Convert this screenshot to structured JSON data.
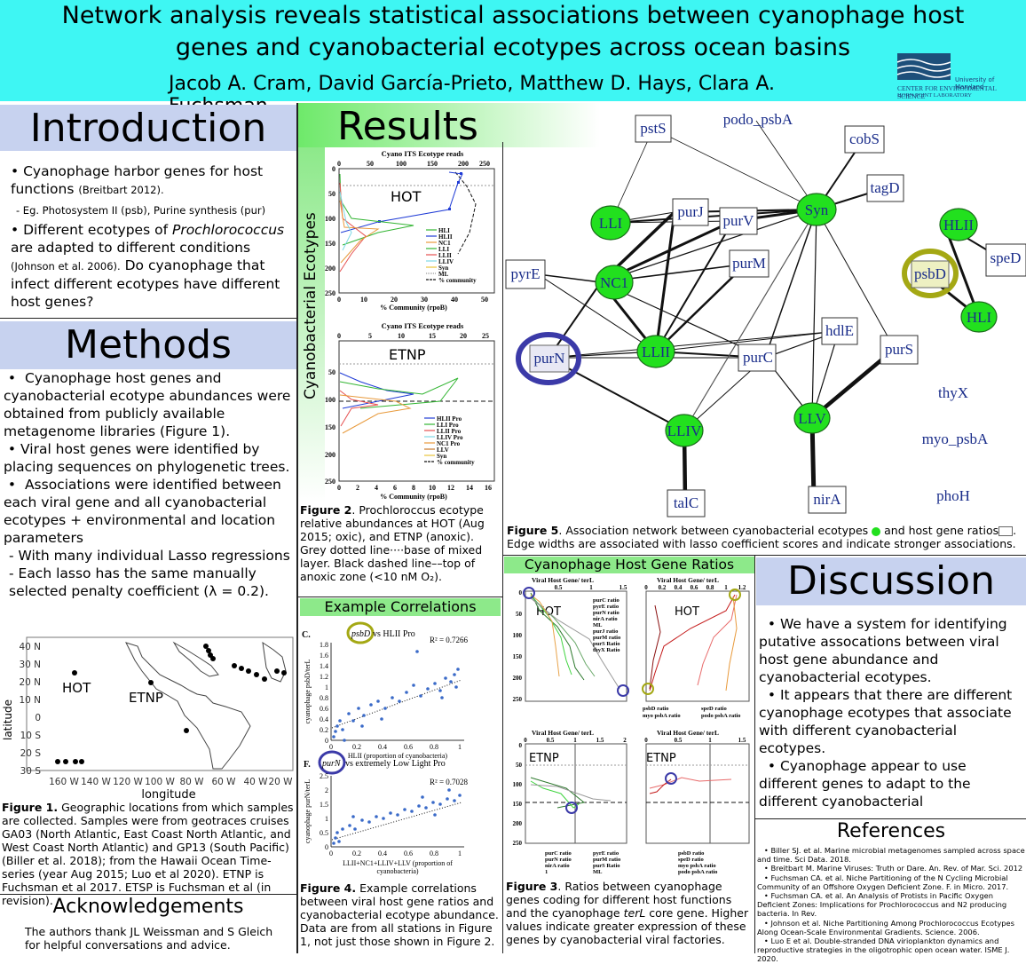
{
  "header": {
    "title_line1": "Network analysis reveals statistical associations between cyanophage host",
    "title_line2": "genes and cyanobacterial ecotypes across ocean basins",
    "authors": "Jacob A. Cram, David García-Prieto, Matthew D. Hays, Clara A. Fuchsman",
    "logo_line1": "University of Maryland",
    "logo_line2": "CENTER FOR ENVIRONMENTAL SCIENCE",
    "logo_line3": "HORN POINT LABORATORY"
  },
  "introduction": {
    "heading": "Introduction",
    "b1_text": "Cyanophage harbor genes for host functions",
    "b1_cite": "(Breitbart 2012).",
    "b1_sub": "-  Eg. Photosystem II (psb), Purine synthesis (pur)",
    "b2_lead": "Different ecotypes of",
    "b2_species": "Prochlorococcus",
    "b2_rest": "are  adapted to different conditions",
    "b2_cite": "(Johnson et al. 2006).",
    "b2_question": "Do cyanophage that infect different ecotypes have different host genes?"
  },
  "methods": {
    "heading": "Methods",
    "b1": "Cyanophage host genes and cyanobacterial ecotype abundances were obtained from publicly available metagenome libraries (Figure 1).",
    "b2": "Viral host genes were identified by placing sequences on phylogenetic trees.",
    "b3": "Associations were identified between each viral gene and all cyanobacterial ecotypes + environmental and location parameters",
    "s1": "- With many individual Lasso regressions",
    "s2": "- Each lasso has the same manually selected penalty coefficient (λ = 0.2)."
  },
  "map": {
    "ylabel": "latitude",
    "xlabel": "longitude",
    "yticks": [
      "40 N",
      "30 N",
      "20 N",
      "10 N",
      "0",
      "10 S",
      "20 S",
      "30 S"
    ],
    "xticks": [
      "160 W",
      "140 W",
      "120 W",
      "100 W",
      "80 W",
      "60 W",
      "40 W",
      "20 W"
    ],
    "label_hot": "HOT",
    "label_etnp": "ETNP",
    "fig_label": "Figure 1.",
    "caption": "Geographic locations from which samples are collected.  Samples were from geotraces cruises GA03 (North Atlantic, East Coast North Atlantic, and West Coast North Atlantic) and GP13 (South Pacific) (Biller et al. 2018); from the Hawaii Ocean Time-series (year Aug 2015;  Luo et al 2020). ETNP is Fuchsman et al 2017. ETSP is Fuchsman et al (in revision)."
  },
  "acknowledgements": {
    "heading": "Acknowledgements",
    "text": "The authors thank JL Weissman and S Gleich for helpful conversations and advice."
  },
  "results": {
    "heading": "Results",
    "vertical_label": "Cyanobacterial Ecotypes",
    "fig2_label": "Figure 2",
    "fig2_caption": ". Prochloroccus ecotype relative abundances at HOT (Aug 2015; oxic), and ETNP (anoxic). Grey dotted line····base of mixed layer. Black dashed line––top of anoxic zone (<10 nM O₂).",
    "hot_plot": {
      "title": "Cyano ITS Ecotype reads",
      "xticks": [
        "0",
        "50",
        "100",
        "150",
        "200",
        "250"
      ],
      "yticks": [
        "0",
        "50",
        "100",
        "150",
        "200",
        "250"
      ],
      "xlabel": "% Community (rpoB)",
      "bticks": [
        "0",
        "10",
        "20",
        "30",
        "40",
        "50"
      ],
      "site": "HOT",
      "legend": [
        "HLI",
        "HLII",
        "NC1",
        "LLI",
        "LLII",
        "LLIV",
        "Syn",
        "ML",
        "% community"
      ]
    },
    "etnp_plot": {
      "title": "Cyano ITS Ecotype reads",
      "xticks": [
        "0",
        "5",
        "10",
        "15",
        "20",
        "25"
      ],
      "yticks": [
        "50",
        "100",
        "150",
        "200",
        "250"
      ],
      "xlabel": "% Community (rpoB)",
      "bticks": [
        "0",
        "2",
        "4",
        "6",
        "8",
        "10",
        "12",
        "14",
        "16"
      ],
      "site": "ETNP",
      "legend": [
        "HLII Pro",
        "LLI Pro",
        "LLII Pro",
        "LLIV Pro",
        "NC1 Pro",
        "LLV",
        "Syn",
        "% community"
      ]
    }
  },
  "example_correlations": {
    "heading": "Example Correlations",
    "panelC": {
      "letter": "C.",
      "circ": "psbD",
      "title": "vs HLII Pro",
      "r2": "R² = 0.7266",
      "ylabel": "cyanophage psbD/terL",
      "xlabel": "HLII (proportion of cyanobacteria)",
      "yticks": [
        "0",
        "0.2",
        "0.4",
        "0.6",
        "0.8",
        "1",
        "1.2",
        "1.4",
        "1.6",
        "1.8"
      ],
      "xticks": [
        "0",
        "0.2",
        "0.4",
        "0.6",
        "0.8",
        "1"
      ]
    },
    "panelF": {
      "letter": "F.",
      "circ": "purN",
      "title": "vs extremely Low Light Pro",
      "r2": "R² = 0.7028",
      "ylabel": "cyanophage purN/terL",
      "xlabel1": "LLII+NC1+LLIV+LLV  (proportion of",
      "xlabel2": "cyanobacteria)",
      "yticks": [
        "0",
        "0.5",
        "1",
        "1.5",
        "2",
        "2.5"
      ],
      "xticks": [
        "0",
        "0.2",
        "0.4",
        "0.6",
        "0.8",
        "1"
      ]
    },
    "fig_label": "Figure 4.",
    "caption": "Example correlations between viral host gene ratios and cyanobacterial ecotype abundance. Data are from all stations in Figure 1, not just those shown in Figure 2."
  },
  "network": {
    "fig_label": "Figure 5",
    "caption_a": ". Association network between cyanobacterial ecotypes",
    "caption_b": "and host gene ratios",
    "caption_c": ". Edge widths are associated with lasso coefficient scores and indicate stronger associations.",
    "nodes": {
      "pstS": "pstS",
      "podo_psbA": "podo_psbA",
      "cobS": "cobS",
      "tagD": "tagD",
      "Syn": "Syn",
      "LLI": "LLI",
      "purJ": "purJ",
      "purV": "purV",
      "HLII": "HLII",
      "speD": "speD",
      "psbD": "psbD",
      "HLI": "HLI",
      "pyrE": "pyrE",
      "NC1": "NC1",
      "purM": "purM",
      "hdlE": "hdlE",
      "purN": "purN",
      "LLII": "LLII",
      "purC": "purC",
      "purS": "purS",
      "thyX": "thyX",
      "myo_psbA": "myo_psbA",
      "LLV": "LLV",
      "LLIV": "LLIV",
      "talC": "talC",
      "nirA": "nirA",
      "phoH": "phoH"
    }
  },
  "gene_ratios": {
    "heading": "Cyanophage Host Gene Ratios",
    "plot_title": "Viral Host Gene/ terL",
    "hot_left": {
      "site": "HOT",
      "xticks": [
        "0.5",
        "1",
        "1.5"
      ],
      "yticks": [
        "0",
        "50",
        "100",
        "150",
        "200",
        "250"
      ],
      "legend": [
        "purC ratio",
        "pyrE ratio",
        "purN ratio",
        "nirA ratio",
        "ML",
        "purJ ratio",
        "purM ratio",
        "purS Ratio",
        "thyX Ratio"
      ]
    },
    "hot_right": {
      "site": "HOT",
      "xticks": [
        "0",
        "0.2",
        "0.4",
        "0.6",
        "0.8",
        "1",
        "1.2"
      ],
      "legend": [
        "psbD ratio",
        "speD ratio",
        "myo psbA ratio",
        "podo psbA ratio"
      ]
    },
    "etnp_left": {
      "site": "ETNP",
      "xticks": [
        "0",
        "0.5",
        "1",
        "1.5",
        "2"
      ],
      "yticks": [
        "0",
        "50",
        "100",
        "150",
        "200",
        "250"
      ],
      "legend": [
        "purC ratio",
        "pyrE ratio",
        "purN ratio",
        "purM ratio",
        "nirA ratio",
        "purS Ratio",
        "1",
        "ML"
      ]
    },
    "etnp_right": {
      "site": "ETNP",
      "xticks": [
        "0",
        "0.5",
        "1",
        "1.5"
      ],
      "legend": [
        "psbD ratio",
        "speD ratio",
        "myo psbA ratio",
        "podo psbA ratio"
      ]
    },
    "fig_label": "Figure 3",
    "caption_a": ". Ratios between cyanophage genes coding for different host functions and the cyanophage",
    "caption_term": "terL",
    "caption_b": "core gene. Higher values indicate greater expression of these genes by cyanobacterial viral factories."
  },
  "discussion": {
    "heading": "Discussion",
    "b1": "We have a system for identifying putative assocations between viral host gene abundance and cyanobacterial ecotypes.",
    "b2": "It appears that there are different cyanophage ecotypes that associate with different cyanobacterial ecotypes.",
    "b3": "Cyanophage appear to use different genes to adapt to the different cyanobacterial"
  },
  "references": {
    "heading": "References",
    "items": [
      "Biller SJ. et al. Marine microbial metagenomes sampled across space and time. Sci Data. 2018.",
      "Breitbart M. Marine Viruses: Truth or Dare. An. Rev. of Mar. Sci. 2012",
      "Fuchsman CA. et al. Niche Partitioning of the N Cycling Microbial Community of an Offshore Oxygen Deficient Zone. F. in Micro. 2017.",
      "Fuchsman CA. et al. An Analysis of Protists in Pacific Oxygen Deficient Zones: Implications for Prochlorococcus and N2 producing bacteria. In Rev.",
      "Johnson et al. Niche Partitioning Among Prochlorococcus Ecotypes Along Ocean-Scale Environmental Gradients. Science. 2006.",
      "Luo E et al. Double-stranded DNA virioplankton dynamics and reproductive strategies in the oligotrophic open ocean water. ISME J. 2020."
    ]
  },
  "colors": {
    "header_bg": "#3ef6f3",
    "section_blue": "#c7d2ef",
    "section_green": "#8de98a",
    "node_green": "#22e01e",
    "node_label": "#1a2d8a",
    "highlight_blue": "#3b3aa8",
    "highlight_olive": "#a4a814"
  }
}
